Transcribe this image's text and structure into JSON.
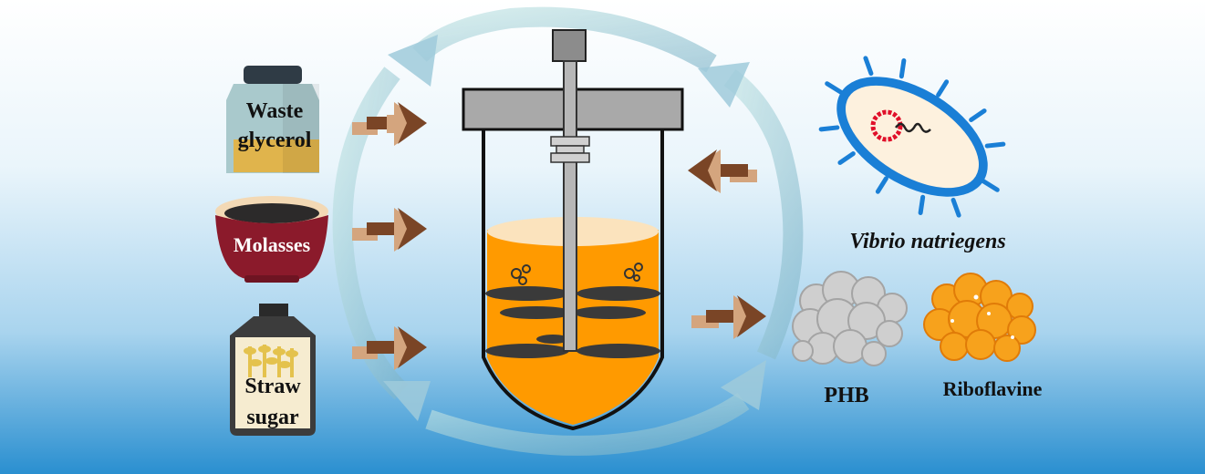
{
  "inputs": {
    "glycerol": {
      "line1": "Waste",
      "line2": "glycerol"
    },
    "molasses": {
      "label": "Molasses"
    },
    "straw": {
      "line1": "Straw",
      "line2": "sugar"
    }
  },
  "organism": {
    "label": "Vibrio natriegens"
  },
  "products": {
    "phb": {
      "label": "PHB"
    },
    "riboflavin": {
      "label": "Riboflavine"
    }
  },
  "colors": {
    "background_top": "#ffffff",
    "background_bottom": "#2a8fd0",
    "arrow_brown": "#7a4526",
    "arrow_tan": "#d4a57e",
    "broth_orange": "#ff9a00",
    "cycle_arrow": "#8fc3d6",
    "bacteria_blue": "#1a7fd6",
    "plasmid_red": "#e0102a",
    "molasses_red": "#8b1a2b",
    "phb_gray": "#c9c9c9",
    "riboflavin_orange": "#f7a21c"
  },
  "icons": [
    "glycerol-jar-icon",
    "molasses-bowl-icon",
    "straw-sugar-bottle-icon",
    "bioreactor-icon",
    "vibrio-cell-icon",
    "phb-granules-icon",
    "riboflavin-granules-icon"
  ]
}
